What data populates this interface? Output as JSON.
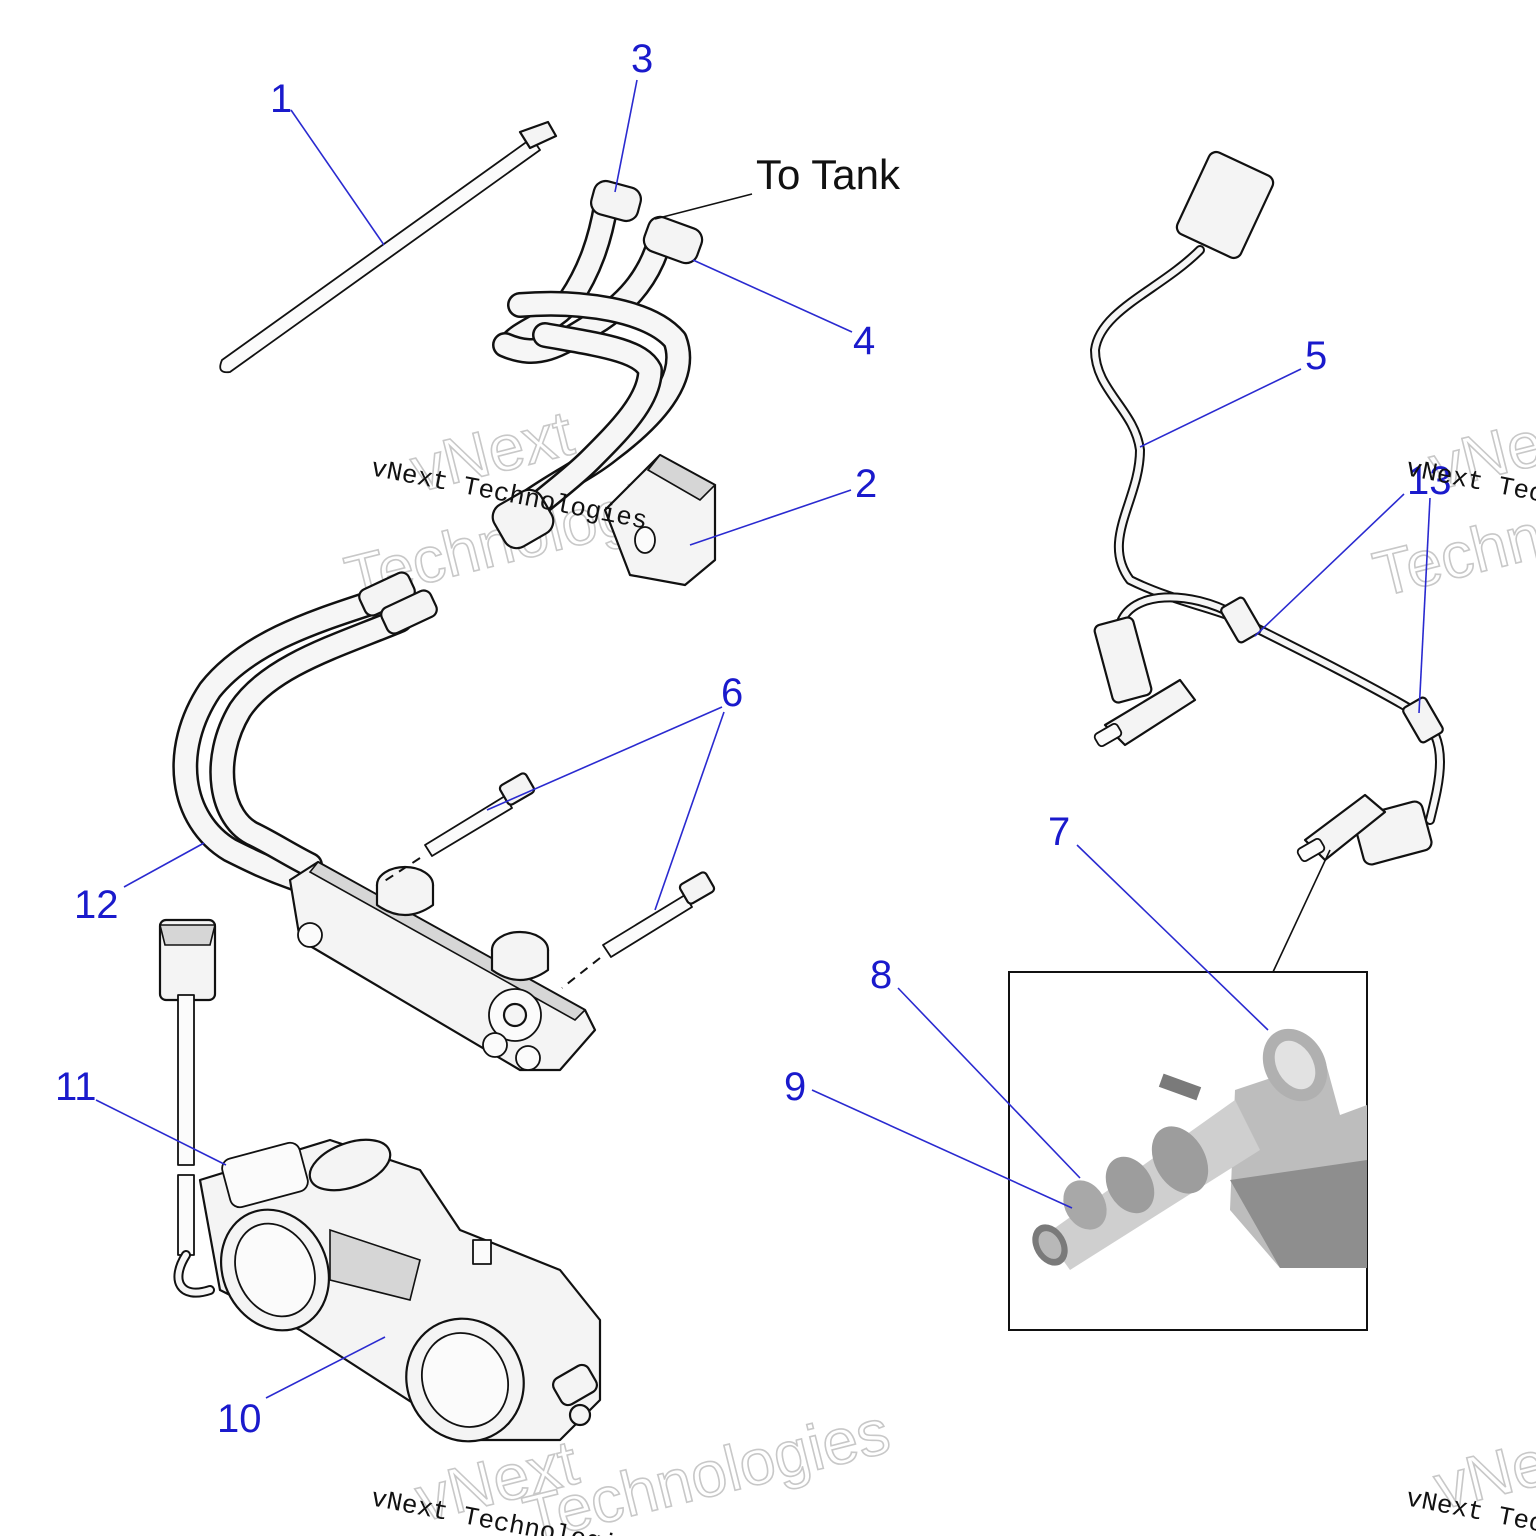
{
  "note": {
    "to_tank": "To Tank"
  },
  "callouts": {
    "c1": "1",
    "c2": "2",
    "c3": "3",
    "c4": "4",
    "c5": "5",
    "c6": "6",
    "c7": "7",
    "c8": "8",
    "c9": "9",
    "c10": "10",
    "c11": "11",
    "c12": "12",
    "c13": "13"
  },
  "watermarks": {
    "brand_top": "vNext",
    "brand_bottom": "Technologies",
    "caption": "vNext Technologies"
  },
  "colors": {
    "callout": "#1a1acc",
    "line_art": "#111111",
    "watermark": "#c8c8c8"
  }
}
